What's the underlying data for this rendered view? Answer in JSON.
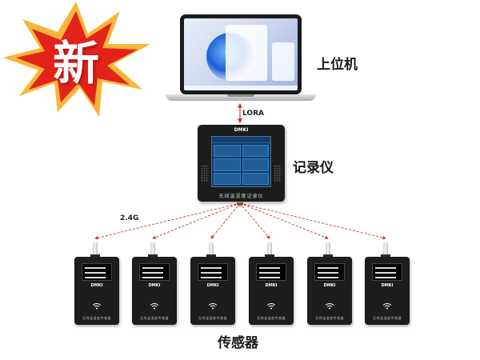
{
  "badge": {
    "text": "新"
  },
  "nodes": {
    "host": {
      "label": "上位机"
    },
    "recorder": {
      "label": "记录仪",
      "logo": "DMKI",
      "caption": "无线温湿度记录仪"
    },
    "sensors": {
      "label": "传感器",
      "logo": "DMKI",
      "caption": "无线温湿度传感器",
      "count": 6
    }
  },
  "links": {
    "host_recorder": "LORA",
    "recorder_sensors": "2.4G"
  },
  "colors": {
    "link": "#c0392b",
    "badge_outer": "#f29b2b",
    "badge_inner": "#e2231a"
  }
}
